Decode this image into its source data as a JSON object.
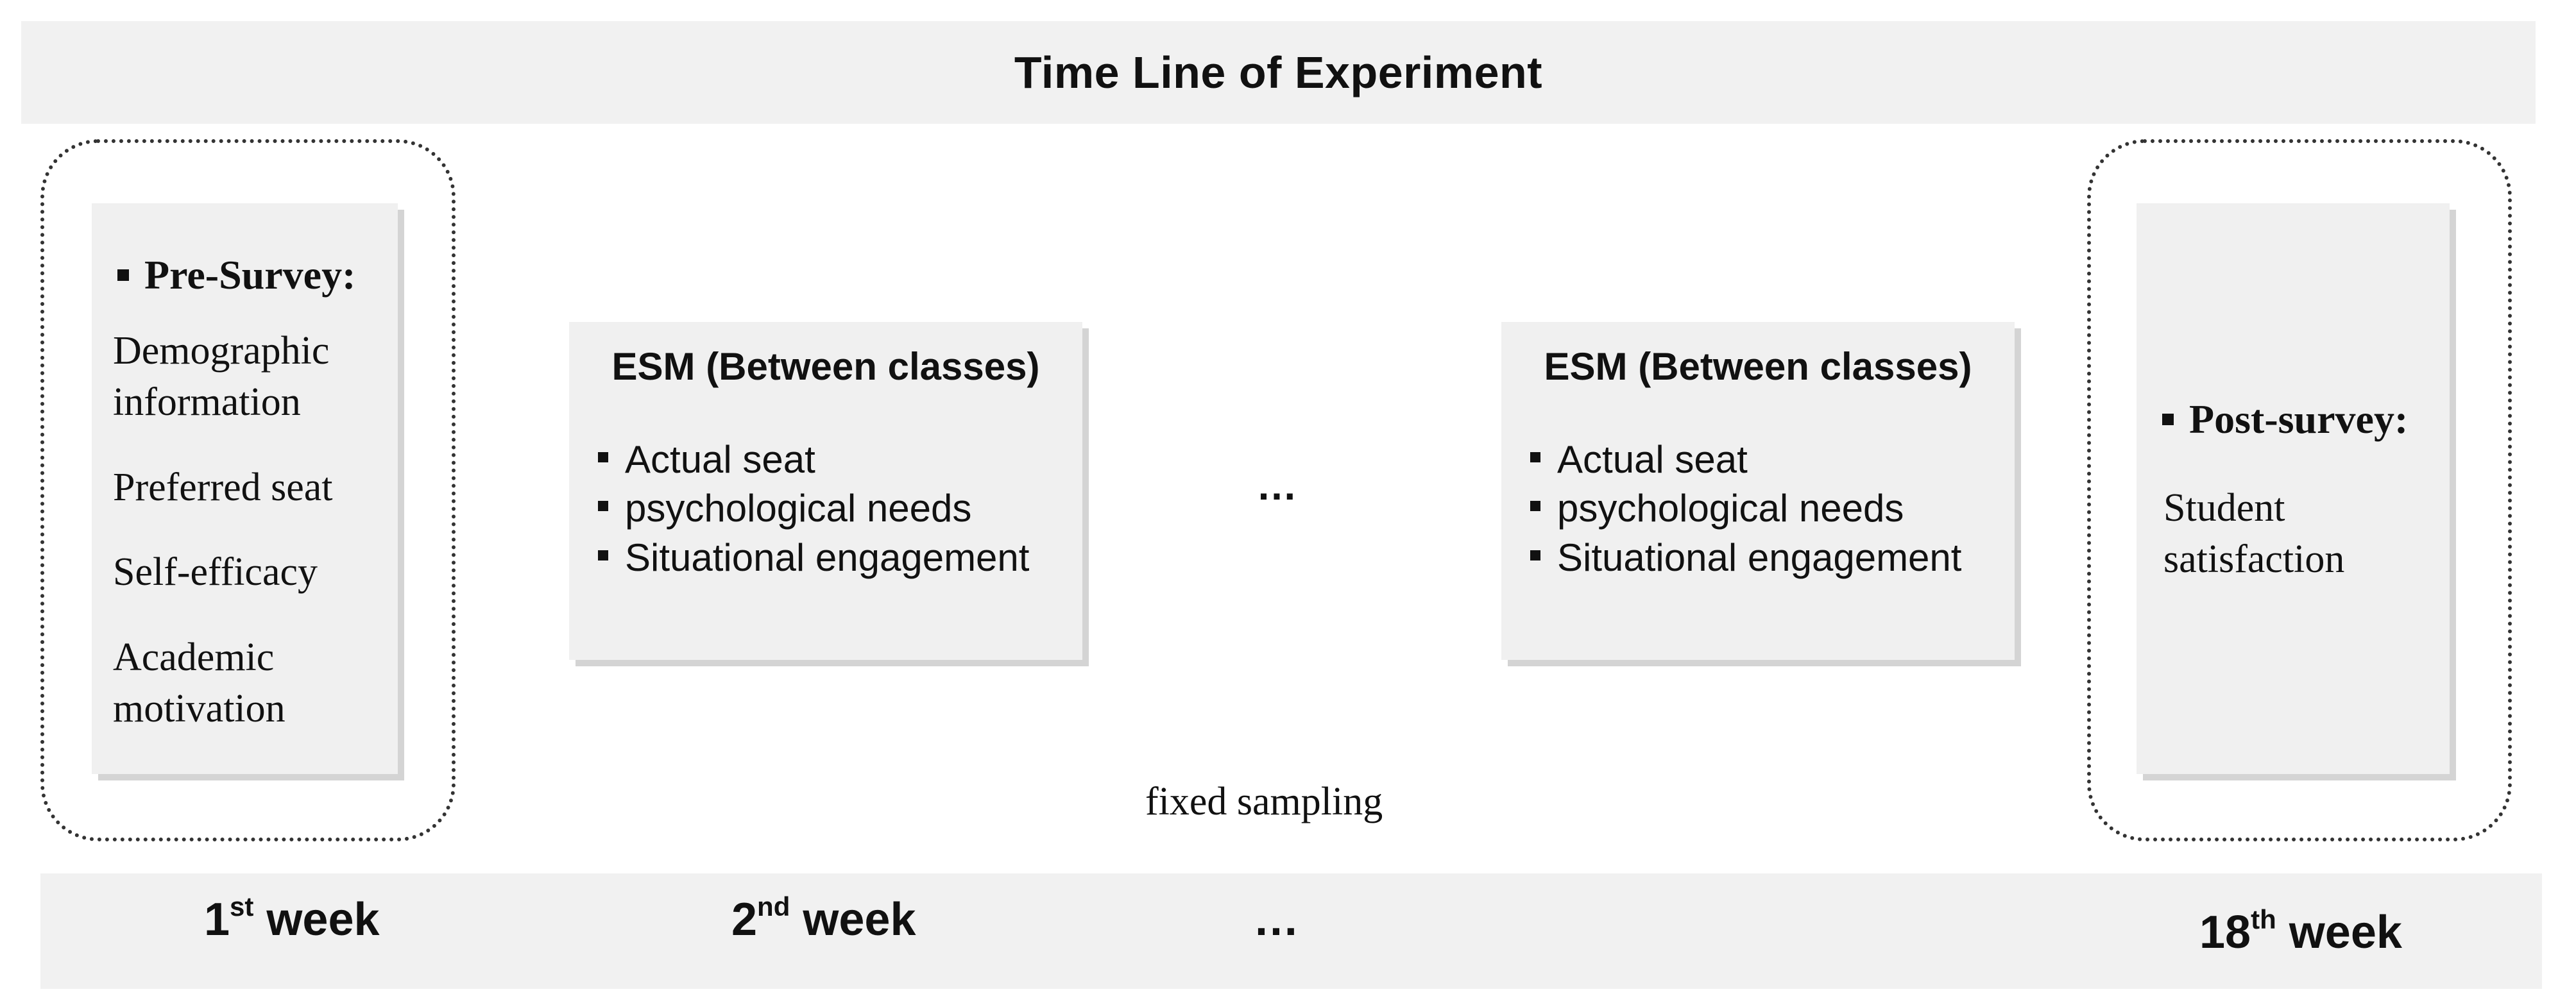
{
  "title": "Time Line of Experiment",
  "pre_survey": {
    "heading": "Pre-Survey:",
    "items": [
      "Demographic",
      "information",
      "Preferred seat",
      "Self-efficacy",
      "Academic",
      "motivation"
    ]
  },
  "esm_blocks": [
    {
      "title": "ESM (Between classes)",
      "items": [
        "Actual seat",
        "psychological needs",
        "Situational engagement"
      ]
    },
    {
      "title": "ESM (Between classes)",
      "items": [
        "Actual seat",
        "psychological needs",
        "Situational engagement"
      ]
    }
  ],
  "middle_ellipsis": "…",
  "post_survey": {
    "heading": "Post-survey:",
    "items": [
      "Student",
      "satisfaction"
    ]
  },
  "sampling_label": "fixed sampling",
  "weeks": [
    {
      "number": "1",
      "suffix": "st",
      "word": "week"
    },
    {
      "number": "2",
      "suffix": "nd",
      "word": "week"
    },
    {
      "ellipsis": "…"
    },
    {
      "number": "18",
      "suffix": "th",
      "word": "week"
    }
  ],
  "colors": {
    "band": "#f1f1f1",
    "card": "#f0f0f0",
    "card_shadow": "#d4d4d4",
    "text": "#111111",
    "dotted_border": "#333333"
  }
}
